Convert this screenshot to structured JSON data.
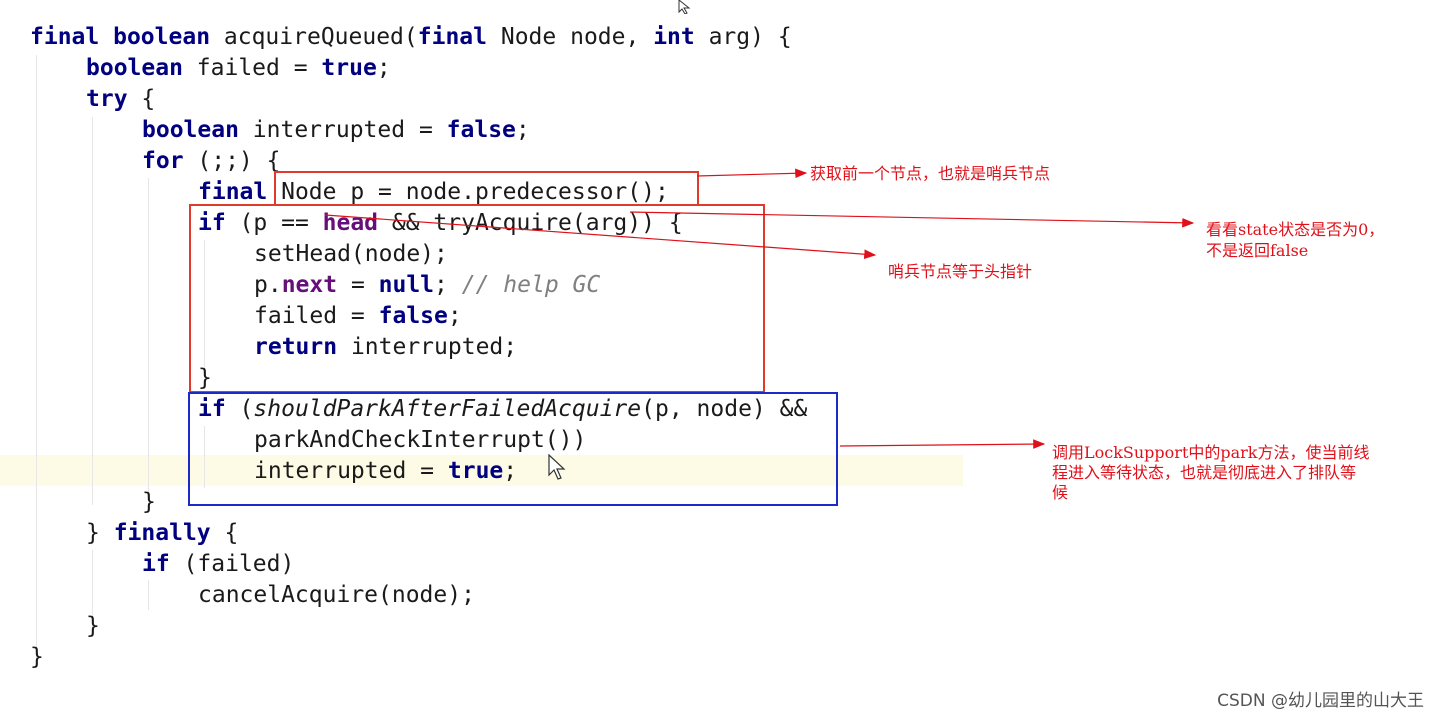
{
  "code": {
    "l1": {
      "kw1": "final",
      "kw2": "boolean",
      "t1": " acquireQueued(",
      "kw3": "final",
      "t2": " Node node, ",
      "kw4": "int",
      "t3": " arg) {"
    },
    "l2": {
      "kw1": "boolean",
      "t1": " failed = ",
      "kw2": "true",
      "t2": ";"
    },
    "l3": {
      "kw1": "try",
      "t1": " {"
    },
    "l4": {
      "kw1": "boolean",
      "t1": " interrupted = ",
      "kw2": "false",
      "t2": ";"
    },
    "l5": {
      "kw1": "for",
      "t1": " (;;) {"
    },
    "l6": {
      "kw1": "final",
      "t1": " Node p = node.predecessor();"
    },
    "l7": {
      "kw1": "if",
      "t1": " (p == ",
      "fld": "head",
      "t2": " && tryAcquire(arg)) {"
    },
    "l8": {
      "t1": "setHead(node);"
    },
    "l9": {
      "t1": "p.",
      "fld": "next",
      "t2": " = ",
      "kw1": "null",
      "t3": "; ",
      "cmt": "// help GC"
    },
    "l10": {
      "t1": "failed = ",
      "kw1": "false",
      "t2": ";"
    },
    "l11": {
      "kw1": "return",
      "t1": " interrupted;"
    },
    "l12": {
      "t1": "}"
    },
    "l13": {
      "kw1": "if",
      "t1": " (",
      "m": "shouldParkAfterFailedAcquire",
      "t2": "(p, node) &&"
    },
    "l14": {
      "t1": "parkAndCheckInterrupt())"
    },
    "l15": {
      "t1": "interrupted = ",
      "kw1": "true",
      "t2": ";"
    },
    "l16": {
      "t1": "}"
    },
    "l17": {
      "t1": "} ",
      "kw1": "finally",
      "t2": " {"
    },
    "l18": {
      "kw1": "if",
      "t1": " (failed)"
    },
    "l19": {
      "t1": "cancelAcquire(node);"
    },
    "l20": {
      "t1": "}"
    },
    "l21": {
      "t1": "}"
    }
  },
  "annotations": {
    "predecessor": "获取前一个节点，也就是哨兵节点",
    "state_line1": "看看state状态是否为0，",
    "state_line2": "不是返回false",
    "head": "哨兵节点等于头指针",
    "park_line1": "调用LockSupport中的park方法，使当前线",
    "park_line2": "程进入等待状态，也就是彻底进入了排队等",
    "park_line3": "候"
  },
  "watermark": "CSDN @幼儿园里的山大王",
  "colors": {
    "keyword": "#000080",
    "field": "#660e7a",
    "comment": "#808080",
    "red_note": "#e0101a",
    "red_box": "#e03a2b",
    "blue_box": "#1a2bc8",
    "current_line": "#fdfbe6"
  }
}
